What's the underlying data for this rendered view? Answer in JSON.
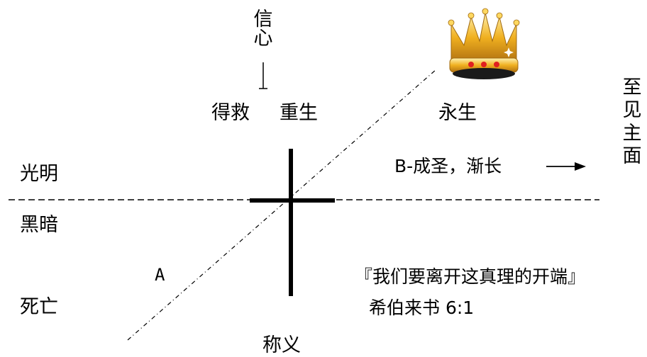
{
  "labels": {
    "faith_chars": [
      "信",
      "心"
    ],
    "saved": "得救",
    "rebirth": "重生",
    "eternal_life": "永生",
    "light": "光明",
    "darkness": "黑暗",
    "death": "死亡",
    "point_a": "A",
    "sanctification": "B-成圣，渐长",
    "justification": "称义",
    "see_lord_chars": [
      "至",
      "见",
      "主",
      "面"
    ]
  },
  "quote": {
    "text": "『我们要离开这真理的开端』",
    "reference": "希伯来书 6:1"
  },
  "icons": {
    "crown": "crown-icon",
    "cross": "cross-icon",
    "arrow_down": "arrow-down-icon",
    "arrow_right": "arrow-right-icon"
  },
  "colors": {
    "crown_gold": "#f0b020",
    "crown_jewel": "#e02020",
    "crown_band": "#1a1a1a"
  }
}
